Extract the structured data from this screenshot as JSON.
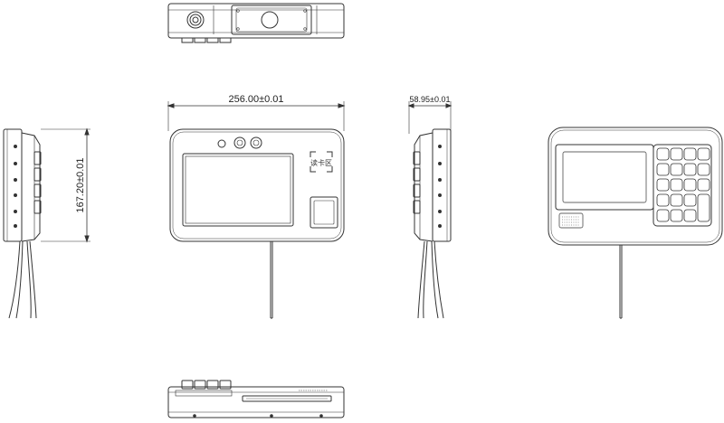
{
  "dimensions": {
    "width": "256.00±0.01",
    "height": "167.20±0.01",
    "depth": "58.95±0.01"
  },
  "front_view": {
    "card_area_label": "读卡区"
  }
}
